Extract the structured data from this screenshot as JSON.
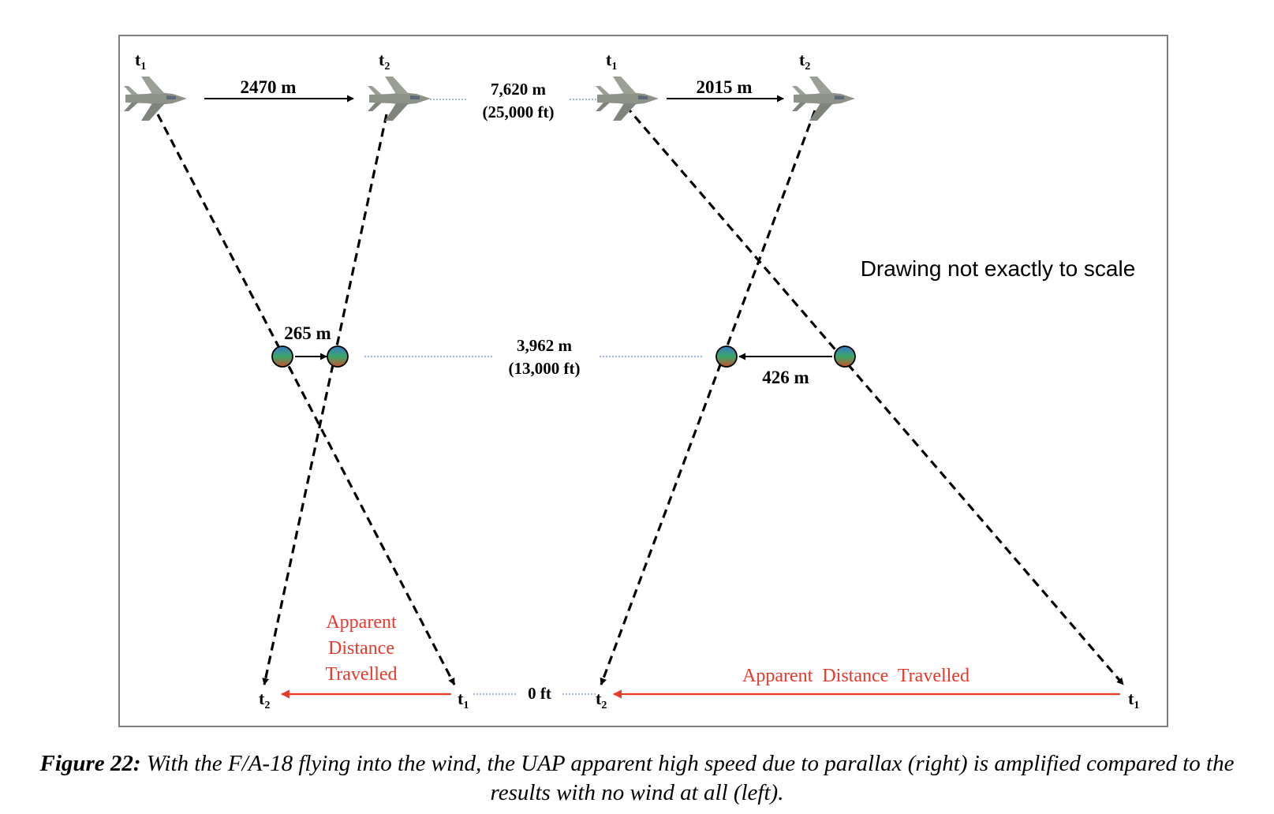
{
  "left_scenario": {
    "jet_t1_label": "t",
    "jet_t1_sub": "1",
    "jet_t2_label": "t",
    "jet_t2_sub": "2",
    "jet_distance": "2470 m",
    "uap_distance": "265 m",
    "ground_t2_label": "t",
    "ground_t2_sub": "2",
    "ground_t1_label": "t",
    "ground_t1_sub": "1",
    "apparent_line1": "Apparent",
    "apparent_line2": "Distance",
    "apparent_line3": "Travelled"
  },
  "right_scenario": {
    "jet_t1_label": "t",
    "jet_t1_sub": "1",
    "jet_t2_label": "t",
    "jet_t2_sub": "2",
    "jet_distance": "2015 m",
    "uap_distance": "426 m",
    "ground_t2_label": "t",
    "ground_t2_sub": "2",
    "ground_t1_label": "t",
    "ground_t1_sub": "1",
    "apparent_label": "Apparent  Distance  Travelled"
  },
  "altitudes": {
    "jet_m": "7,620 m",
    "jet_ft": "(25,000 ft)",
    "uap_m": "3,962 m",
    "uap_ft": "(13,000 ft)",
    "ground": "0 ft"
  },
  "note": "Drawing not exactly to scale",
  "caption": {
    "prefix": "Figure 22:",
    "text": " With the F/A-18 flying into the wind, the UAP apparent high speed due to parallax (right) is amplified compared to the results with no wind at all (left)."
  },
  "colors": {
    "red": "#e8382a",
    "frame": "#7f7f7f",
    "dotted": "#6b86c6",
    "jet": "#8c9288"
  }
}
